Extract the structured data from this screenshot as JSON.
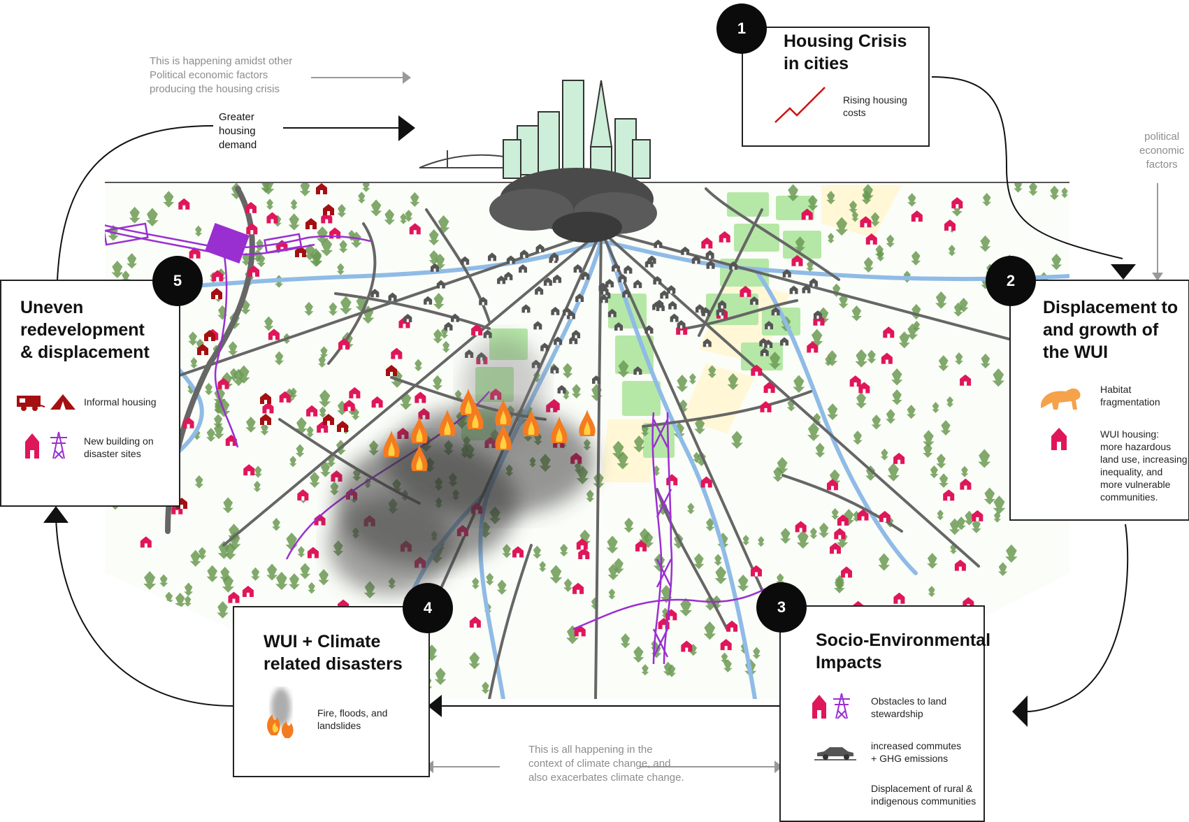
{
  "steps": [
    {
      "number": "1",
      "title_lines": [
        "Housing Crisis",
        "in cities"
      ],
      "items": [
        {
          "icon": "rising-line-icon",
          "text_lines": [
            "Rising housing",
            "costs"
          ]
        }
      ]
    },
    {
      "number": "2",
      "title_lines": [
        "Displacement to",
        "and growth of",
        "the WUI"
      ],
      "items": [
        {
          "icon": "mountain-lion-icon",
          "text_lines": [
            "Habitat",
            "fragmentation"
          ]
        },
        {
          "icon": "house-icon",
          "text_lines": [
            "WUI housing:",
            "more hazardous",
            "land use, increasing",
            "inequality, and",
            "more vulnerable",
            "communities."
          ]
        }
      ]
    },
    {
      "number": "3",
      "title_lines": [
        "Socio-Environmental",
        "Impacts"
      ],
      "items": [
        {
          "icon": "house-and-power-tower-icon",
          "text_lines": [
            "Obstacles to land",
            "stewardship"
          ]
        },
        {
          "icon": "car-icon",
          "text_lines": [
            "increased commutes",
            "+ GHG emissions"
          ]
        },
        {
          "icon": "",
          "text_lines": [
            "Displacement of rural &",
            "indigenous communities"
          ]
        }
      ]
    },
    {
      "number": "4",
      "title_lines": [
        "WUI + Climate",
        "related disasters"
      ],
      "items": [
        {
          "icon": "fire-icon",
          "text_lines": [
            "Fire, floods, and",
            "landslides"
          ]
        }
      ]
    },
    {
      "number": "5",
      "title_lines": [
        "Uneven",
        "redevelopment",
        "& displacement"
      ],
      "items": [
        {
          "icon": "trailer-and-tent-icon",
          "text_lines": [
            "Informal housing"
          ]
        },
        {
          "icon": "house-and-power-tower-icon",
          "text_lines": [
            "New building on",
            "disaster sites"
          ]
        }
      ]
    }
  ],
  "notes": {
    "political_context": [
      "This is happening amidst other",
      "Political economic factors",
      "producing the housing crisis"
    ],
    "greater_demand": [
      "Greater",
      "housing",
      "demand"
    ],
    "political_factors": [
      "political",
      "economic",
      "factors"
    ],
    "climate_context": [
      "This is all happening in the",
      "context of climate change, and",
      "also exacerbates climate change."
    ]
  },
  "colors": {
    "house": "#e0165a",
    "tower": "#9a2fd1",
    "river": "#8fbbe6",
    "tree": "#6b9a54",
    "field": "#b5e8a6",
    "fire": "#f47b20",
    "smoke": "#3a3a3a",
    "road": "#666666",
    "wildlife": "#f5a24b"
  }
}
